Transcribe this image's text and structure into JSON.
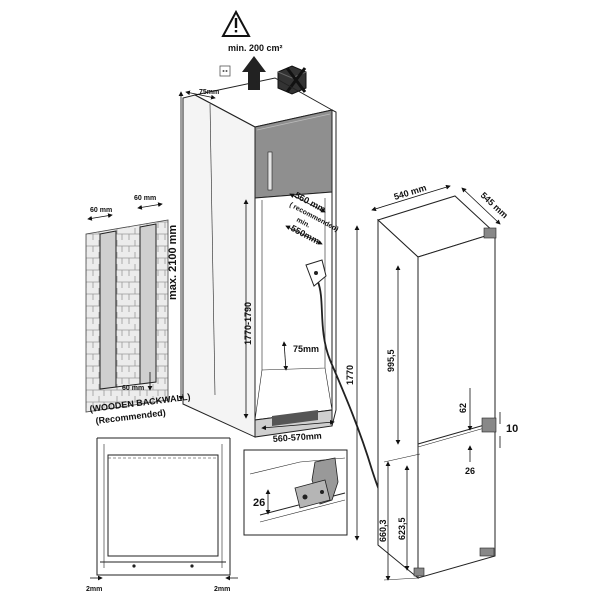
{
  "warning": {
    "ventilation_area": "min. 200 cm²",
    "icon": "warning-triangle-icon"
  },
  "cabinet": {
    "top_clearance": "75mm",
    "max_height": "max. 2100 mm",
    "niche_height": "1770-1790",
    "niche_width": "560-570mm",
    "niche_depth_rec": "560 mm",
    "niche_depth_rec_note": "( recommended)",
    "niche_depth_min": "min.",
    "niche_depth_min_value": "550mm",
    "bottom_vent": "75mm"
  },
  "wall": {
    "left_gap": "60 mm",
    "right_gap": "60 mm",
    "bottom_gap": "60 mm",
    "caption_1": "(WOODEN BACKWALL)",
    "caption_2": "(Recommended)"
  },
  "appliance": {
    "width": "540 mm",
    "depth": "545 mm",
    "height": "1770",
    "upper_door": "995,5",
    "gap_62": "62",
    "gap_10": "10",
    "gap_26": "26",
    "lower_660": "660,3",
    "lower_623": "623,5"
  },
  "detail": {
    "hinge_offset": "26"
  },
  "frame": {
    "left_gap": "2mm",
    "right_gap": "2mm"
  }
}
